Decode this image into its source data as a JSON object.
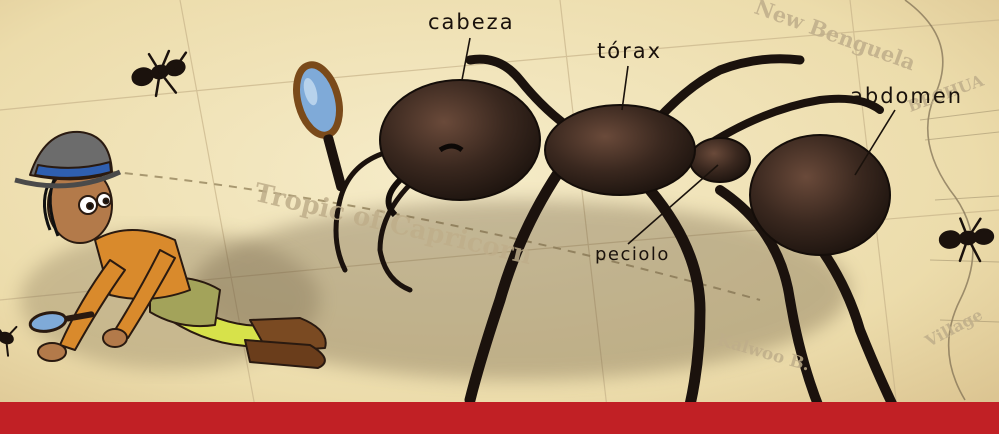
{
  "labels": {
    "head": "cabeza",
    "thorax": "tórax",
    "abdomen": "abdomen",
    "petiole": "peciolo"
  },
  "map_text": {
    "tropic": "Tropic of Capricorn",
    "benguela": "New Benguela",
    "bechuana": "BECHUA",
    "village": "Village",
    "kalwoo": "Kalwoo B."
  },
  "colors": {
    "paper": "#efe2b6",
    "red_band": "#c12025",
    "ant_dark": "#2a1d16",
    "ant_mid": "#4a3328",
    "explorer_shirt": "#d88a2c",
    "explorer_shorts": "#9a9a52",
    "hat_band": "#2f5fb0"
  },
  "icons": {
    "magnifier": "magnifying-glass-icon",
    "small_ant": "ant-icon"
  }
}
